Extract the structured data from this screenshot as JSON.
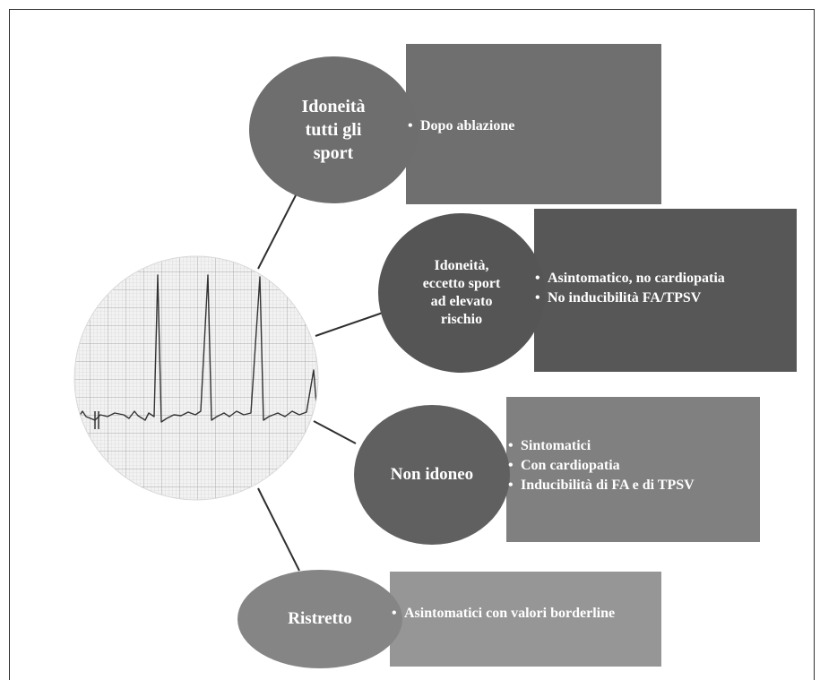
{
  "nodes": [
    {
      "key": "tutti",
      "title_lines": [
        "Idoneità",
        "tutti gli",
        "sport"
      ],
      "items": [
        "Dopo ablazione"
      ],
      "colors": {
        "bubble": "#6e6e6e",
        "box": "#6f6f6f"
      }
    },
    {
      "key": "eccetto",
      "title_lines": [
        "Idoneità,",
        "eccetto sport",
        "ad elevato",
        "rischio"
      ],
      "items": [
        "Asintomatico, no cardiopatia",
        "No inducibilità FA/TPSV"
      ],
      "colors": {
        "bubble": "#555555",
        "box": "#575757"
      }
    },
    {
      "key": "non-idoneo",
      "title_lines": [
        "Non idoneo"
      ],
      "items": [
        "Sintomatici",
        "Con cardiopatia",
        "Inducibilità di FA e di TPSV"
      ],
      "colors": {
        "bubble": "#606060",
        "box": "#808080"
      }
    },
    {
      "key": "ristretto",
      "title_lines": [
        "Ristretto"
      ],
      "items": [
        "Asintomatici con valori borderline"
      ],
      "colors": {
        "bubble": "#858585",
        "box": "#969696"
      }
    }
  ],
  "colors": {
    "frame": "#2f2f2f",
    "connector": "#2f2f2f",
    "ecg_paper": "#f2f2f2",
    "ecg_grid": "#bdbdbd",
    "ecg_trace": "#333333"
  }
}
